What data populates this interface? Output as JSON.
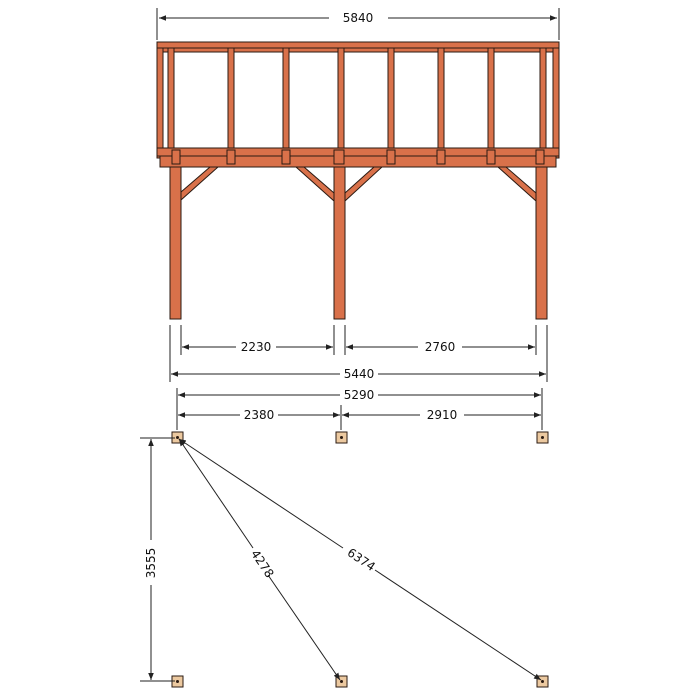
{
  "elevation": {
    "overall_width": "5840",
    "span_left": "2230",
    "span_right": "2760",
    "post_outer": "5440"
  },
  "plan": {
    "post_outer": "5290",
    "span_left": "2380",
    "span_right": "2910",
    "depth": "3555",
    "diagonal_short": "4278",
    "diagonal_long": "6374"
  },
  "colors": {
    "timber": "#d9714a",
    "outline": "#2a1a12",
    "pad": "#ecc9a0"
  }
}
